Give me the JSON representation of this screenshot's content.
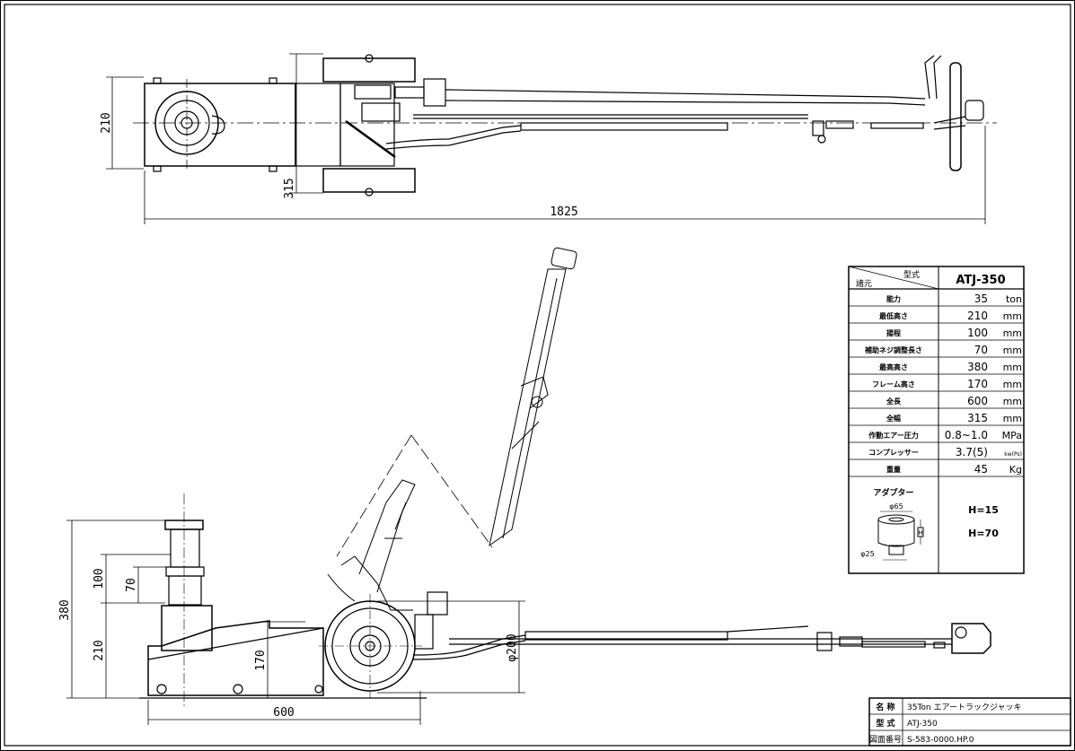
{
  "dimensions": {
    "top_height": "210",
    "top_width": "315",
    "top_length": "1825",
    "side_total_height": "380",
    "side_min_height": "210",
    "side_stroke": "100",
    "side_screw": "70",
    "side_frame": "170",
    "side_wheel": "φ200",
    "side_length": "600"
  },
  "adapter": {
    "label": "アダプター",
    "outer_dia": "φ65",
    "inner_dia": "φ25",
    "h_label": "H",
    "opt1": "H=15",
    "opt2": "H=70"
  },
  "spec_table": {
    "header_model_label": "型式",
    "header_spec_label": "諸元",
    "model": "ATJ-350",
    "rows": [
      {
        "label": "能力",
        "value": "35",
        "unit": "ton"
      },
      {
        "label": "最低高さ",
        "value": "210",
        "unit": "mm"
      },
      {
        "label": "揚程",
        "value": "100",
        "unit": "mm"
      },
      {
        "label": "補助ネジ調整長さ",
        "value": "70",
        "unit": "mm"
      },
      {
        "label": "最高高さ",
        "value": "380",
        "unit": "mm"
      },
      {
        "label": "フレーム高さ",
        "value": "170",
        "unit": "mm"
      },
      {
        "label": "全長",
        "value": "600",
        "unit": "mm"
      },
      {
        "label": "全幅",
        "value": "315",
        "unit": "mm"
      },
      {
        "label": "作動エアー圧力",
        "value": "0.8~1.0",
        "unit": "MPa"
      },
      {
        "label": "コンプレッサー",
        "value": "3.7(5)",
        "unit": "kw(Ps)"
      },
      {
        "label": "重量",
        "value": "45",
        "unit": "Kg"
      }
    ]
  },
  "title_block": {
    "name_label": "名 称",
    "name_value": "35Ton エアートラックジャッキ",
    "model_label": "型 式",
    "model_value": "ATJ-350",
    "drawing_label": "図面番号",
    "drawing_value": "S-583-0000.HP.0"
  }
}
